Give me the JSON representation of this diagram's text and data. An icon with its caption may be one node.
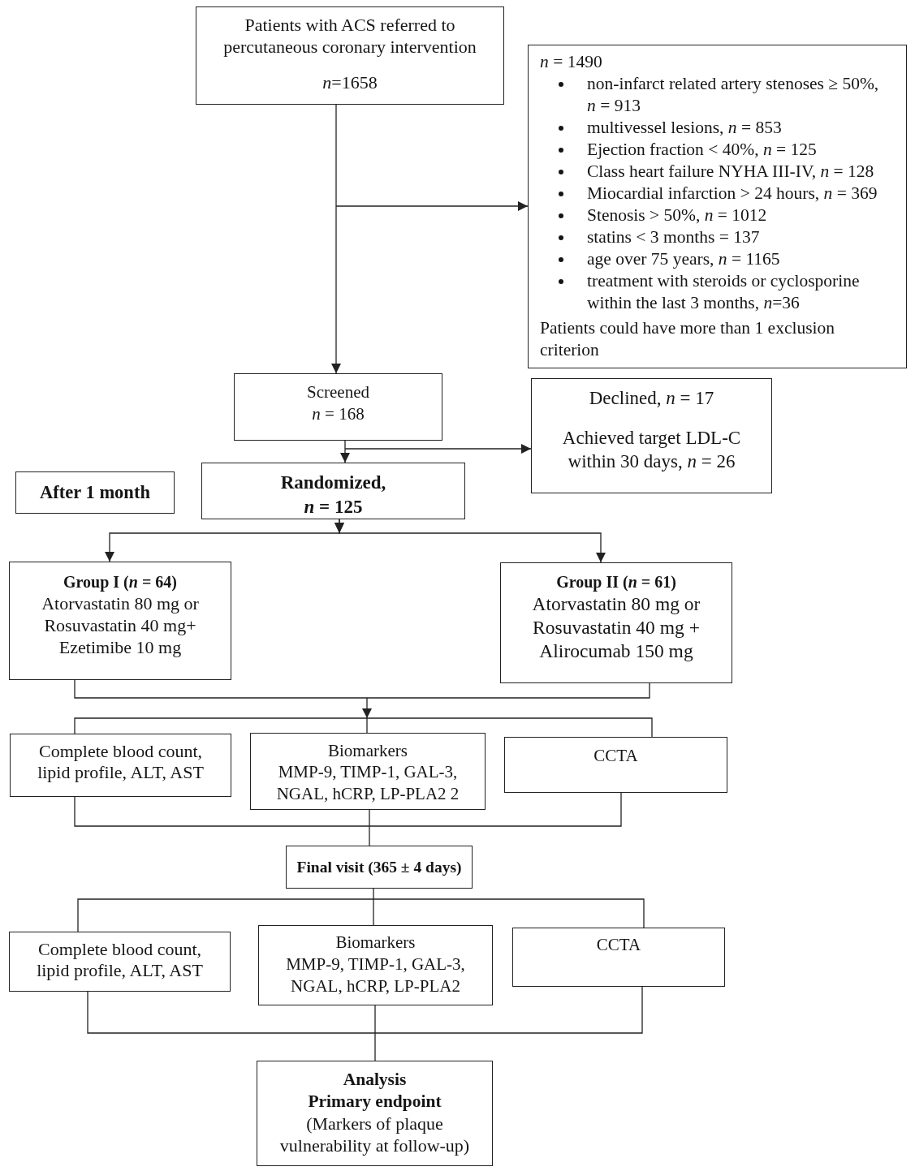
{
  "diagram": {
    "nodes": [
      {
        "text": [
          "Patients with ACS referred to percutaneous coronary intervention",
          "*n*=1658"
        ]
      },
      {
        "text": [
          "*n* = 1490",
          "non-infarct related artery stenoses ≥ 50%, *n* = 913",
          "multivessel lesions, *n* = 853",
          "Ejection fraction < 40%, *n* = 125",
          "Class heart failure NYHA III-IV, *n* = 128",
          "Miocardial infarction > 24 hours, *n* = 369",
          "Stenosis > 50%, *n* = 1012",
          "statins < 3 months = 137",
          "age over 75 years, *n* = 1165",
          "treatment with steroids or cyclosporine within the last 3 months, *n*=36",
          "Patients could have more than 1 exclusion criterion"
        ]
      },
      {
        "text": [
          "Screened *n* = 168"
        ]
      },
      {
        "text": [
          "Declined, *n* = 17",
          "Achieved target LDL-C within 30 days, *n* = 26"
        ]
      },
      {
        "text": [
          "Randomized, *n* = 125"
        ]
      },
      {
        "text": [
          "After 1 month"
        ]
      },
      {
        "text": [
          "Group I (*n* = 64)",
          "Atorvastatin 80 mg or Rosuvastatin 40 mg+ Ezetimibe 10 mg"
        ]
      },
      {
        "text": [
          "Group II (*n* = 61)",
          "Atorvastatin 80 mg or Rosuvastatin 40 mg + Alirocumab 150 mg"
        ]
      },
      {
        "text": [
          "Complete blood count, lipid profile, ALT, AST"
        ]
      },
      {
        "text": [
          "Biomarkers",
          "MMP-9, TIMP-1, GAL-3, NGAL, hCRP, LP-PLA2 2"
        ]
      },
      {
        "text": [
          "CCTA"
        ]
      },
      {
        "text": [
          "Final visit (365 ± 4 days)"
        ]
      },
      {
        "text": [
          "Complete blood count, lipid profile, ALT, AST"
        ]
      },
      {
        "text": [
          "Biomarkers",
          "MMP-9, TIMP-1, GAL-3, NGAL, hCRP, LP-PLA2"
        ]
      },
      {
        "text": [
          "CCTA"
        ]
      },
      {
        "text": [
          "Analysis",
          "Primary endpoint",
          "(Markers of plaque vulnerability at follow-up)"
        ]
      }
    ],
    "edges": [
      {
        "from": 0,
        "to": 2,
        "arrow": "to"
      },
      {
        "from": 0,
        "to": 1,
        "arrow": "to"
      },
      {
        "from": 2,
        "to": 4,
        "arrow": "to"
      },
      {
        "from": 2,
        "to": 3,
        "arrow": "to"
      },
      {
        "from": 4,
        "to": 6,
        "arrow": "to"
      },
      {
        "from": 4,
        "to": 7,
        "arrow": "to"
      },
      {
        "from": 6,
        "to": 8,
        "arrow": "none"
      },
      {
        "from": 6,
        "to": 9,
        "arrow": "to"
      },
      {
        "from": 6,
        "to": 10,
        "arrow": "none"
      },
      {
        "from": 7,
        "to": 8,
        "arrow": "none"
      },
      {
        "from": 7,
        "to": 9,
        "arrow": "to"
      },
      {
        "from": 7,
        "to": 10,
        "arrow": "none"
      },
      {
        "from": 8,
        "to": 11,
        "arrow": "none"
      },
      {
        "from": 9,
        "to": 11,
        "arrow": "none"
      },
      {
        "from": 10,
        "to": 11,
        "arrow": "none"
      },
      {
        "from": 11,
        "to": 12,
        "arrow": "none"
      },
      {
        "from": 11,
        "to": 13,
        "arrow": "none"
      },
      {
        "from": 11,
        "to": 14,
        "arrow": "none"
      },
      {
        "from": 12,
        "to": 15,
        "arrow": "none"
      },
      {
        "from": 13,
        "to": 15,
        "arrow": "none"
      },
      {
        "from": 14,
        "to": 15,
        "arrow": "none"
      }
    ]
  }
}
